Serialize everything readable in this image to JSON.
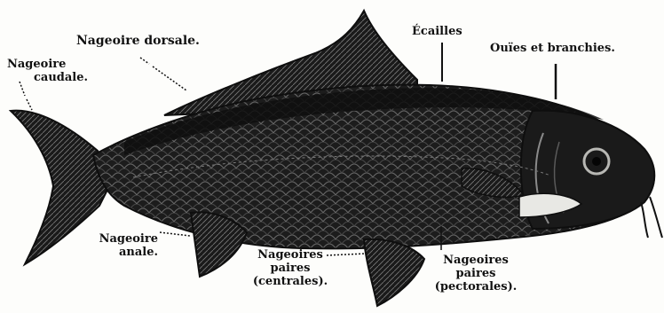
{
  "labels": {
    "caudal_fin": [
      "Nageoire",
      "caudale."
    ],
    "dorsal_fin": "Nageoire dorsale.",
    "scales": "Écailles",
    "gills": "Ouïes et branchies.",
    "anal_fin": [
      "Nageoire",
      "anale."
    ],
    "pelvic_fins": [
      "Nageoires",
      "paires",
      "(centrales)."
    ],
    "pectoral_fins": [
      "Nageoires",
      "paires",
      "(pectorales)."
    ]
  },
  "colors": {
    "ink": "#111111",
    "fish_body": "#1a1a1a",
    "paper": "#fdfdfb",
    "highlight": "#e8e8e4"
  }
}
